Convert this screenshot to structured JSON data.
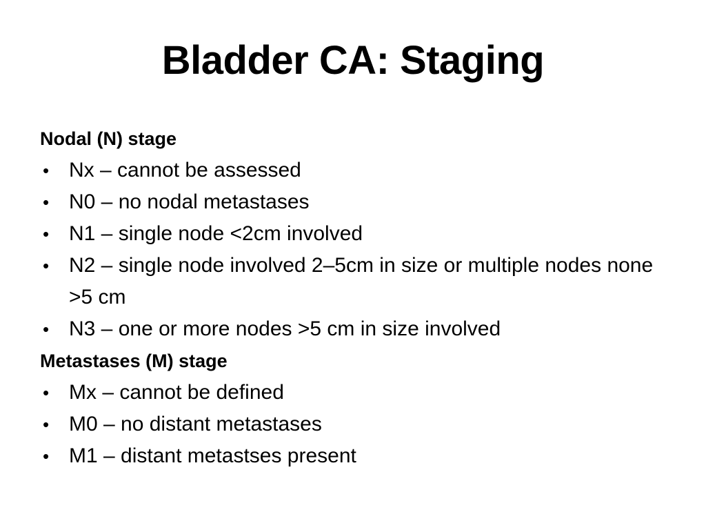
{
  "slide": {
    "title": "Bladder CA: Staging",
    "background_color": "#ffffff",
    "text_color": "#000000",
    "bullet_glyph": "•",
    "sections": [
      {
        "heading": "Nodal (N) stage",
        "items": [
          "Nx – cannot be assessed",
          "N0 – no nodal metastases",
          "N1 – single node <2cm involved",
          "N2 – single node involved 2–5cm in size or multiple nodes none >5 cm",
          "N3 – one or more nodes >5 cm in size involved"
        ]
      },
      {
        "heading": "Metastases (M) stage",
        "items": [
          "Mx – cannot be defined",
          "M0 – no distant metastases",
          "M1 – distant metastses present"
        ]
      }
    ]
  }
}
